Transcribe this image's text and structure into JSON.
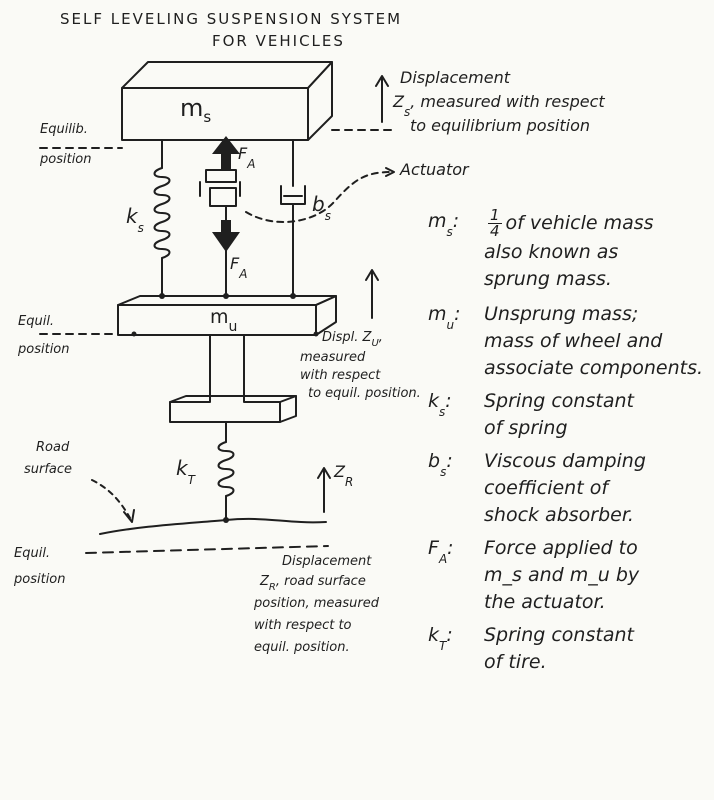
{
  "title": {
    "line1": "SELF LEVELING SUSPENSION SYSTEM",
    "line2": "FOR VEHICLES"
  },
  "diagram": {
    "sprung_mass_label": "m",
    "sprung_mass_sub": "s",
    "unsprung_mass_label": "m",
    "unsprung_mass_sub": "u",
    "spring_label": "k",
    "spring_sub": "s",
    "damper_label": "b",
    "damper_sub": "s",
    "force_top_label": "F",
    "force_top_sub": "A",
    "force_bottom_label": "F",
    "force_bottom_sub": "A",
    "tire_label": "k",
    "tire_sub": "T",
    "zs_label": "Z",
    "zs_sub": "s",
    "zr_label": "Z",
    "zr_sub": "R",
    "actuator": "Actuator",
    "displacement_zs": {
      "line1": "Displacement",
      "line2": ", measured with respect",
      "line3": "to equilibrium position"
    },
    "equilib_top": {
      "line1": "Equilib.",
      "line2": "position"
    },
    "equil_mid": {
      "line1": "Equil.",
      "line2": "position"
    },
    "displacement_zu": {
      "line1": "Displ. Z",
      "line1_sub": "U",
      "line1_tail": ",",
      "line2": "measured",
      "line3": "with respect",
      "line4": "to equil. position."
    },
    "road_surface": {
      "line1": "Road",
      "line2": "surface"
    },
    "equil_bottom": {
      "line1": "Equil.",
      "line2": "position"
    },
    "displacement_zr": {
      "line1": "Displacement",
      "line2_prefix": "Z",
      "line2_sub": "R",
      "line2": ", road surface",
      "line3": "position, measured",
      "line4": "with respect to",
      "line5": "equil. position."
    }
  },
  "legend": [
    {
      "key": "m",
      "sub": "s",
      "prefix": ":",
      "fraction_num": "1",
      "fraction_den": "4",
      "desc": "of vehicle mass\nalso known as\nsprung mass."
    },
    {
      "key": "m",
      "sub": "u",
      "prefix": ":",
      "desc": "Unsprung mass;\nmass of wheel and\nassociate components."
    },
    {
      "key": "k",
      "sub": "s",
      "prefix": ":",
      "desc": "Spring constant\nof spring"
    },
    {
      "key": "b",
      "sub": "s",
      "prefix": ":",
      "desc": "Viscous damping\ncoefficient of\nshock absorber."
    },
    {
      "key": "F",
      "sub": "A",
      "prefix": ":",
      "desc": "Force applied to\nm_s and m_u by\nthe actuator."
    },
    {
      "key": "k",
      "sub": "T",
      "prefix": ":",
      "desc": "Spring constant\nof tire."
    }
  ]
}
